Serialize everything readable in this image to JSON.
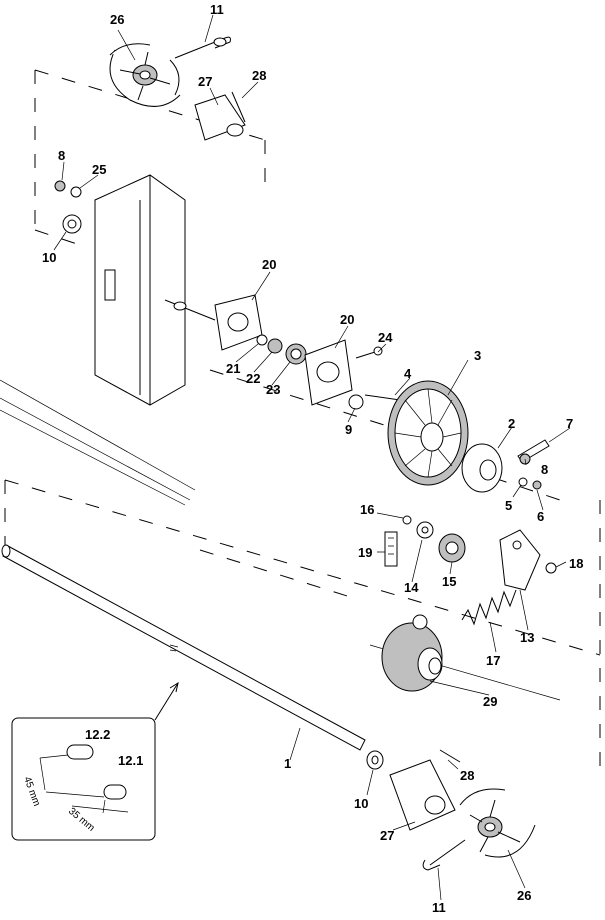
{
  "diagram": {
    "callouts": [
      {
        "id": "c26a",
        "text": "26"
      },
      {
        "id": "c11a",
        "text": "11"
      },
      {
        "id": "c27a",
        "text": "27"
      },
      {
        "id": "c28a",
        "text": "28"
      },
      {
        "id": "c8a",
        "text": "8"
      },
      {
        "id": "c25",
        "text": "25"
      },
      {
        "id": "c10a",
        "text": "10"
      },
      {
        "id": "c20a",
        "text": "20"
      },
      {
        "id": "c20b",
        "text": "20"
      },
      {
        "id": "c24",
        "text": "24"
      },
      {
        "id": "c21",
        "text": "21"
      },
      {
        "id": "c22",
        "text": "22"
      },
      {
        "id": "c23",
        "text": "23"
      },
      {
        "id": "c3",
        "text": "3"
      },
      {
        "id": "c4",
        "text": "4"
      },
      {
        "id": "c9",
        "text": "9"
      },
      {
        "id": "c2",
        "text": "2"
      },
      {
        "id": "c7",
        "text": "7"
      },
      {
        "id": "c8b",
        "text": "8"
      },
      {
        "id": "c5",
        "text": "5"
      },
      {
        "id": "c6",
        "text": "6"
      },
      {
        "id": "c16",
        "text": "16"
      },
      {
        "id": "c19",
        "text": "19"
      },
      {
        "id": "c14",
        "text": "14"
      },
      {
        "id": "c15",
        "text": "15"
      },
      {
        "id": "c18",
        "text": "18"
      },
      {
        "id": "c13",
        "text": "13"
      },
      {
        "id": "c17",
        "text": "17"
      },
      {
        "id": "c29",
        "text": "29"
      },
      {
        "id": "c1",
        "text": "1"
      },
      {
        "id": "c12_2",
        "text": "12.2"
      },
      {
        "id": "c12_1",
        "text": "12.1"
      },
      {
        "id": "c28b",
        "text": "28"
      },
      {
        "id": "c10b",
        "text": "10"
      },
      {
        "id": "c27b",
        "text": "27"
      },
      {
        "id": "c26b",
        "text": "26"
      },
      {
        "id": "c11b",
        "text": "11"
      }
    ],
    "dimensions": {
      "key_long": "45 mm",
      "key_short": "35 mm"
    }
  }
}
